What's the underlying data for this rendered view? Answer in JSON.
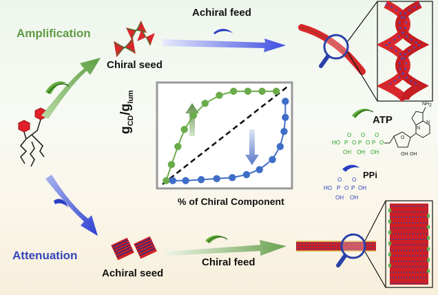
{
  "labels": {
    "amplification": "Amplification",
    "attenuation": "Attenuation",
    "achiral_feed": "Achiral feed",
    "chiral_feed": "Chiral feed",
    "chiral_seed": "Chiral seed",
    "achiral_seed": "Achiral seed",
    "atp": "ATP",
    "ppi": "PPi"
  },
  "chart_data": {
    "type": "line",
    "xlabel": "% of Chiral Component",
    "ylabel_main": "g",
    "ylabel_sub1": "CD",
    "ylabel_sep": "/g",
    "ylabel_sub2": "lum",
    "xlim": [
      0,
      1
    ],
    "ylim": [
      0,
      1
    ],
    "series": [
      {
        "color": "#6aab4a",
        "x": [
          0.05,
          0.09,
          0.14,
          0.19,
          0.26,
          0.35,
          0.46,
          0.57,
          0.68,
          0.79,
          0.9
        ],
        "y": [
          0.05,
          0.21,
          0.39,
          0.56,
          0.7,
          0.82,
          0.9,
          0.94,
          0.94,
          0.94,
          0.94
        ]
      },
      {
        "color": "#3f6ec7",
        "x": [
          0.1,
          0.2,
          0.32,
          0.44,
          0.56,
          0.67,
          0.77,
          0.87,
          0.93,
          0.96,
          0.97,
          0.97
        ],
        "y": [
          0.05,
          0.05,
          0.06,
          0.07,
          0.08,
          0.11,
          0.16,
          0.26,
          0.39,
          0.54,
          0.68,
          0.84
        ]
      }
    ],
    "diagonal": true,
    "legend": "none"
  },
  "colors": {
    "green": "#6aab4a",
    "blue": "#3345b8",
    "red": "#d8272b"
  }
}
